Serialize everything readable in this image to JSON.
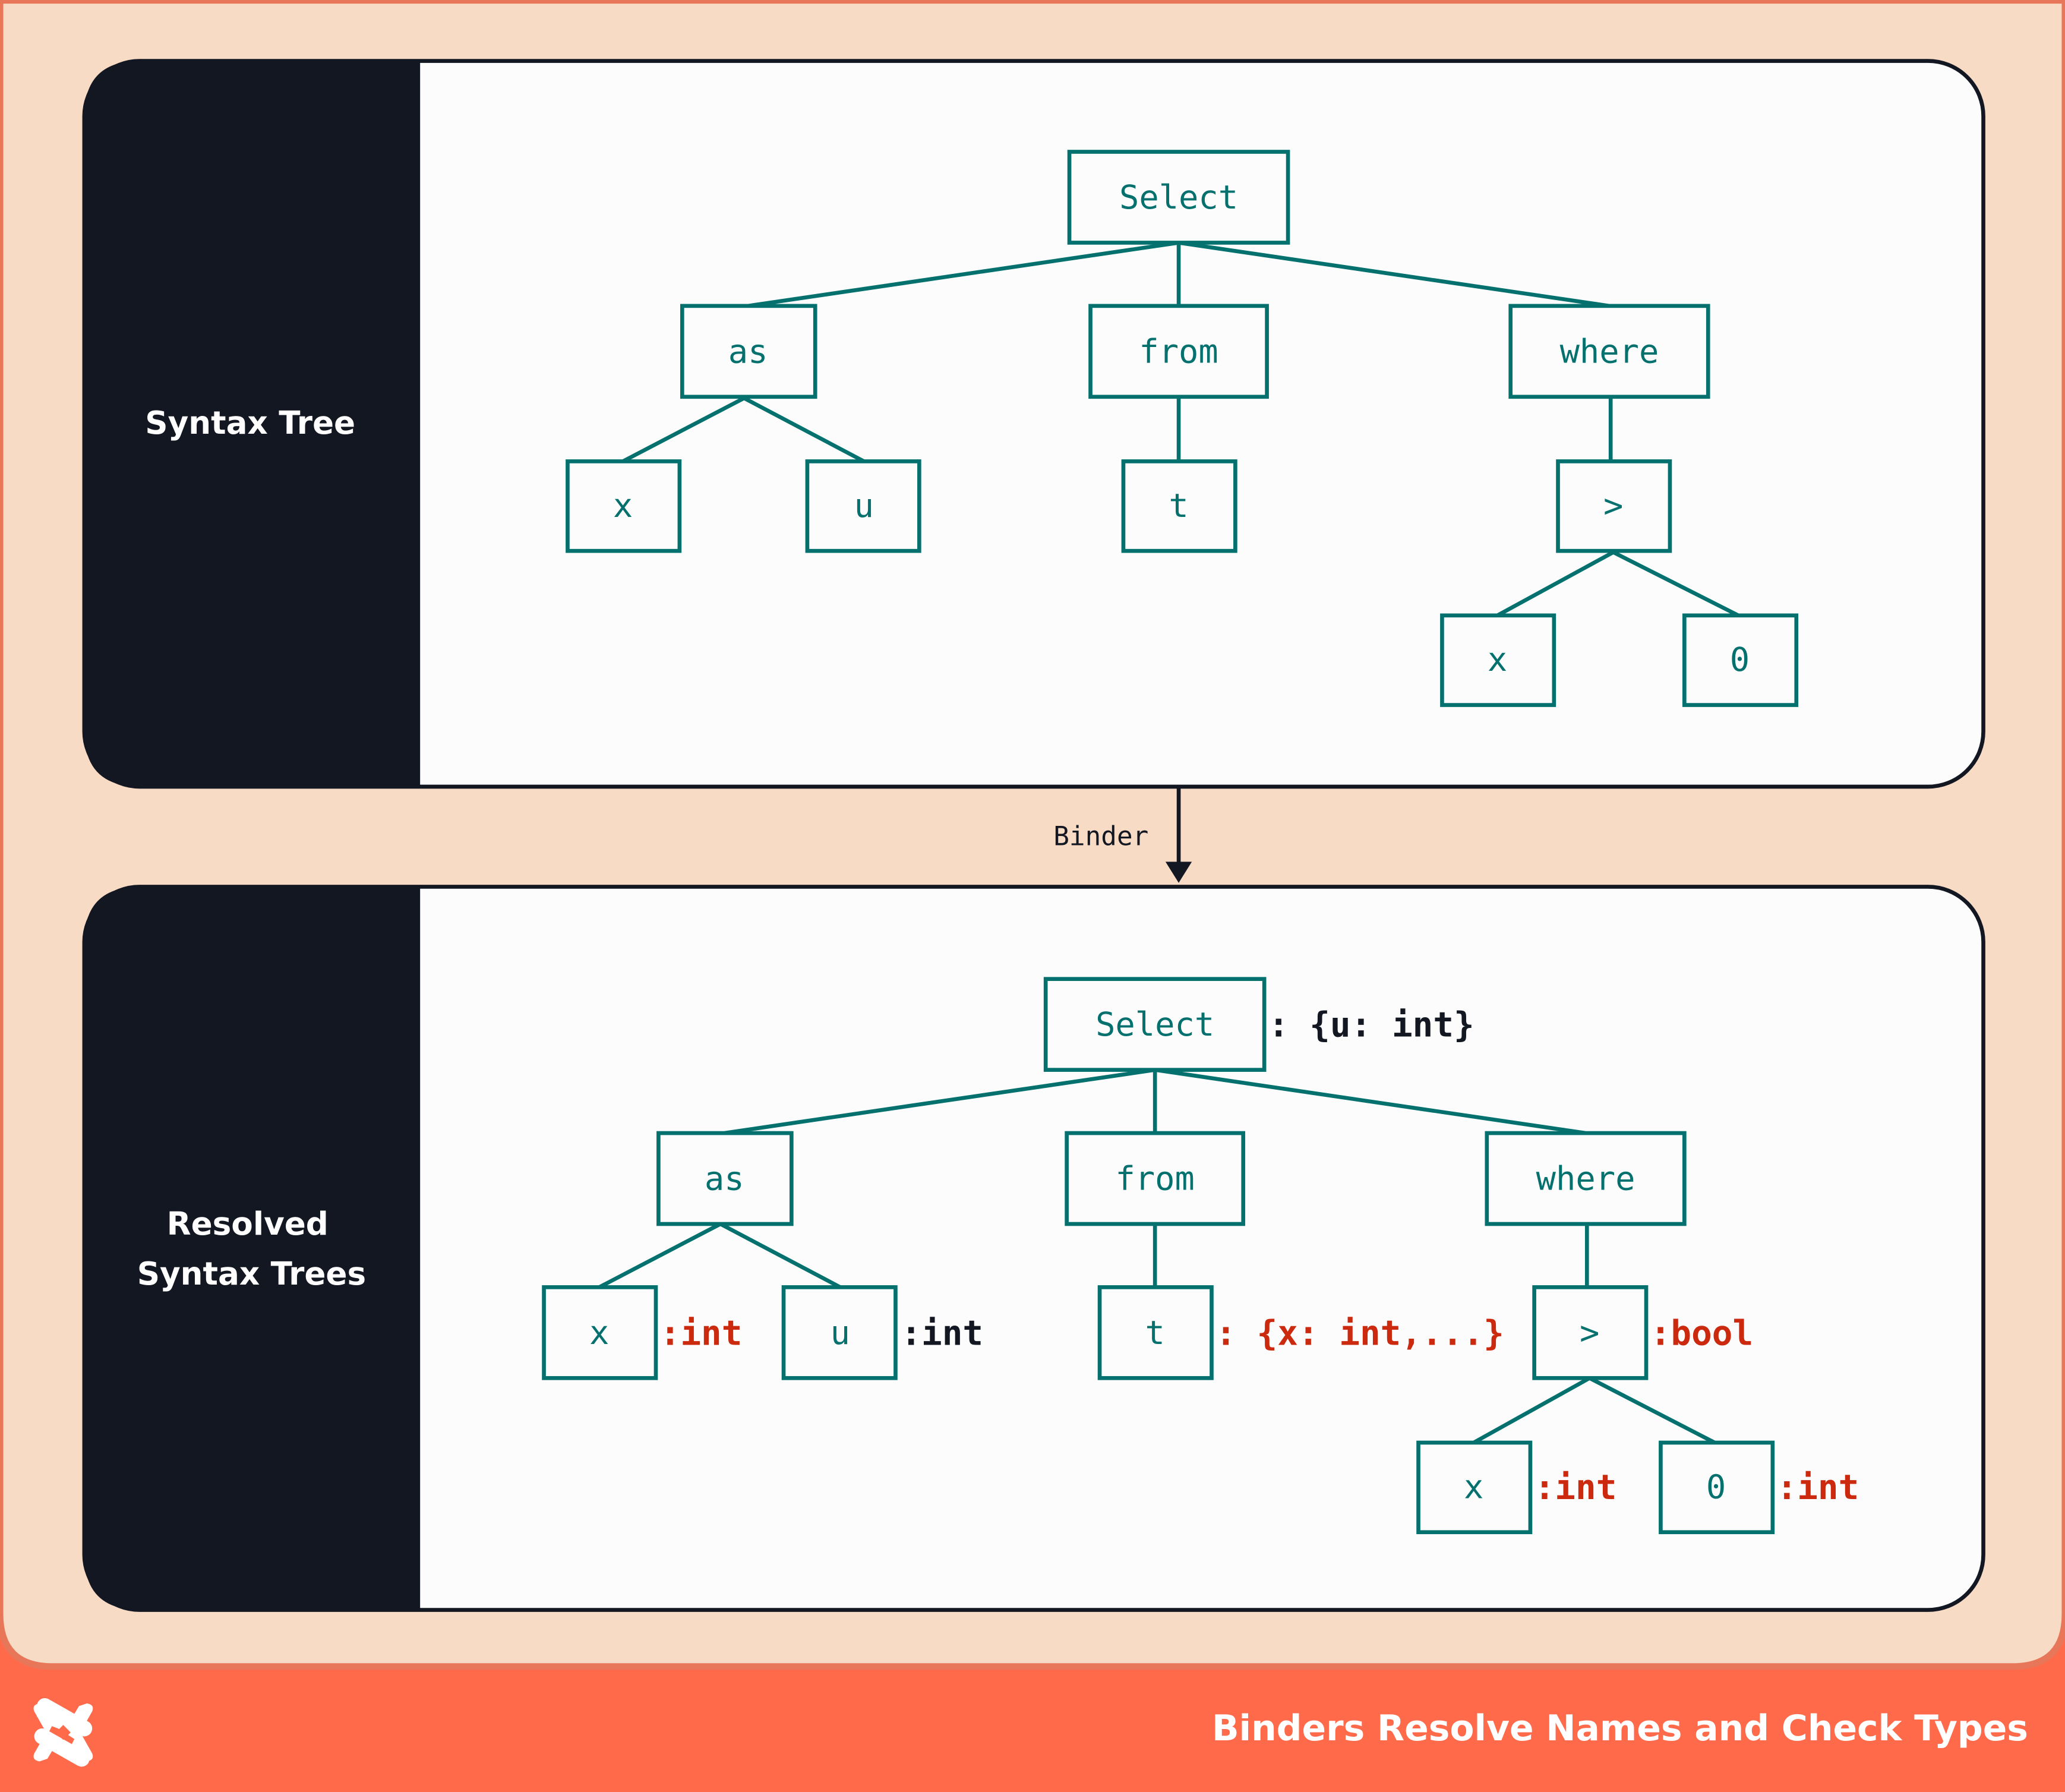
{
  "colors": {
    "background": "#ff6a4b",
    "canvas": "#f8dbc5",
    "panel": "#fcfcfc",
    "sidebar": "#131722",
    "node": "#04716f",
    "type_error": "#cc2a0f",
    "type_ok": "#131722"
  },
  "footer": {
    "title": "Binders Resolve Names and Check Types",
    "logo": "dagster-x-logo"
  },
  "top_panel": {
    "label": "Syntax Tree",
    "nodes": {
      "select": "Select",
      "as": "as",
      "from": "from",
      "where": "where",
      "x": "x",
      "u": "u",
      "t": "t",
      "gt": ">",
      "x2": "x",
      "zero": "0"
    }
  },
  "arrow": {
    "label": "Binder"
  },
  "bottom_panel": {
    "label_line1": "Resolved",
    "label_line2": "Syntax Trees",
    "nodes": {
      "select": "Select",
      "as": "as",
      "from": "from",
      "where": "where",
      "x": "x",
      "u": "u",
      "t": "t",
      "gt": ">",
      "x2": "x",
      "zero": "0"
    },
    "annotations": {
      "select": ": {u: int}",
      "x": ":int",
      "u": ":int",
      "t": ": {x: int,...}",
      "gt": ":bool",
      "x2": ":int",
      "zero": ":int"
    }
  }
}
